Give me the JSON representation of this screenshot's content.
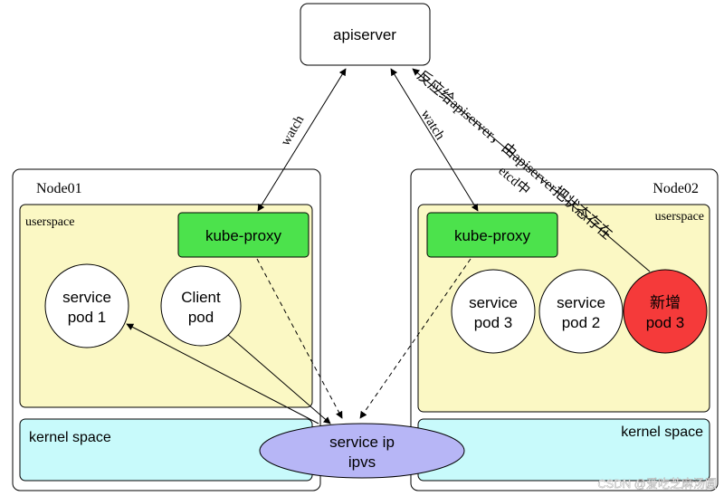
{
  "apiserver": {
    "label": "apiserver"
  },
  "edges": {
    "watch_left": "watch",
    "watch_right": "watch",
    "report_line1": "反应给apiserver，由apiserver把状态存在",
    "report_line2": "etcd中"
  },
  "node01": {
    "title": "Node01",
    "userspace_label": "userspace",
    "kube_proxy": "kube-proxy",
    "pod_service1": {
      "line1": "service",
      "line2": "pod 1"
    },
    "pod_client": {
      "line1": "Client",
      "line2": "pod"
    },
    "kernel_label": "kernel space"
  },
  "node02": {
    "title": "Node02",
    "userspace_label": "userspace",
    "kube_proxy": "kube-proxy",
    "pod_service3": {
      "line1": "service",
      "line2": "pod 3"
    },
    "pod_service2": {
      "line1": "service",
      "line2": "pod 2"
    },
    "pod_new3": {
      "line1": "新增",
      "line2": "pod 3"
    },
    "kernel_label": "kernel space"
  },
  "service_ip": {
    "line1": "service ip",
    "line2": "ipvs"
  },
  "watermark": "CSDN @爱吃芝麻汤圆",
  "colors": {
    "userspace_fill": "#fbf8c4",
    "kernel_fill": "#c8fafb",
    "kube_proxy_fill": "#4ce24c",
    "new_pod_fill": "#f53a3a",
    "service_ip_fill": "#b7b6f6"
  }
}
